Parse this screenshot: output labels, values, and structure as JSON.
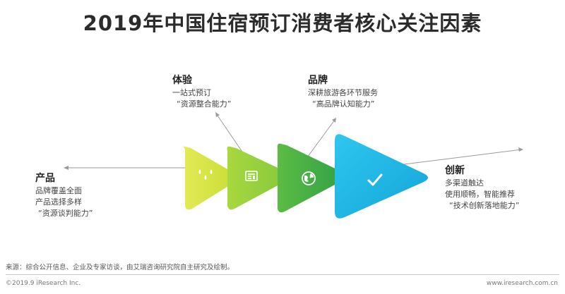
{
  "title": "2019年中国住宿预订消费者核心关注因素",
  "blocks": {
    "product": {
      "heading": "产品",
      "lines": [
        "品牌覆盖全面",
        "产品选择多样",
        "“资源谈判能力”"
      ]
    },
    "experience": {
      "heading": "体验",
      "lines": [
        "一站式预订",
        "“资源整合能力”"
      ]
    },
    "brand": {
      "heading": "品牌",
      "lines": [
        "深耕旅游各环节服务",
        "“高品牌认知能力”"
      ]
    },
    "innovation": {
      "heading": "创新",
      "lines": [
        "多渠道触达",
        "使用顺畅，智能推荐",
        "“技术创新落地能力”"
      ]
    }
  },
  "icons": [
    "water-drops-icon",
    "newspaper-icon",
    "globe-icon",
    "checkmark-icon"
  ],
  "colors": {
    "stage1": "#cfe03a",
    "stage2": "#8fce3a",
    "stage3": "#3dab4a",
    "stage4": "#1cb6e6",
    "connector": "#9a9a9a"
  },
  "footer": {
    "source": "来源：综合公开信息、企业及专家访谈，由艾瑞咨询研究院自主研究及绘制。",
    "copyright": "©2019.9 iResearch Inc.",
    "website": "www.iresearch.com.cn"
  }
}
